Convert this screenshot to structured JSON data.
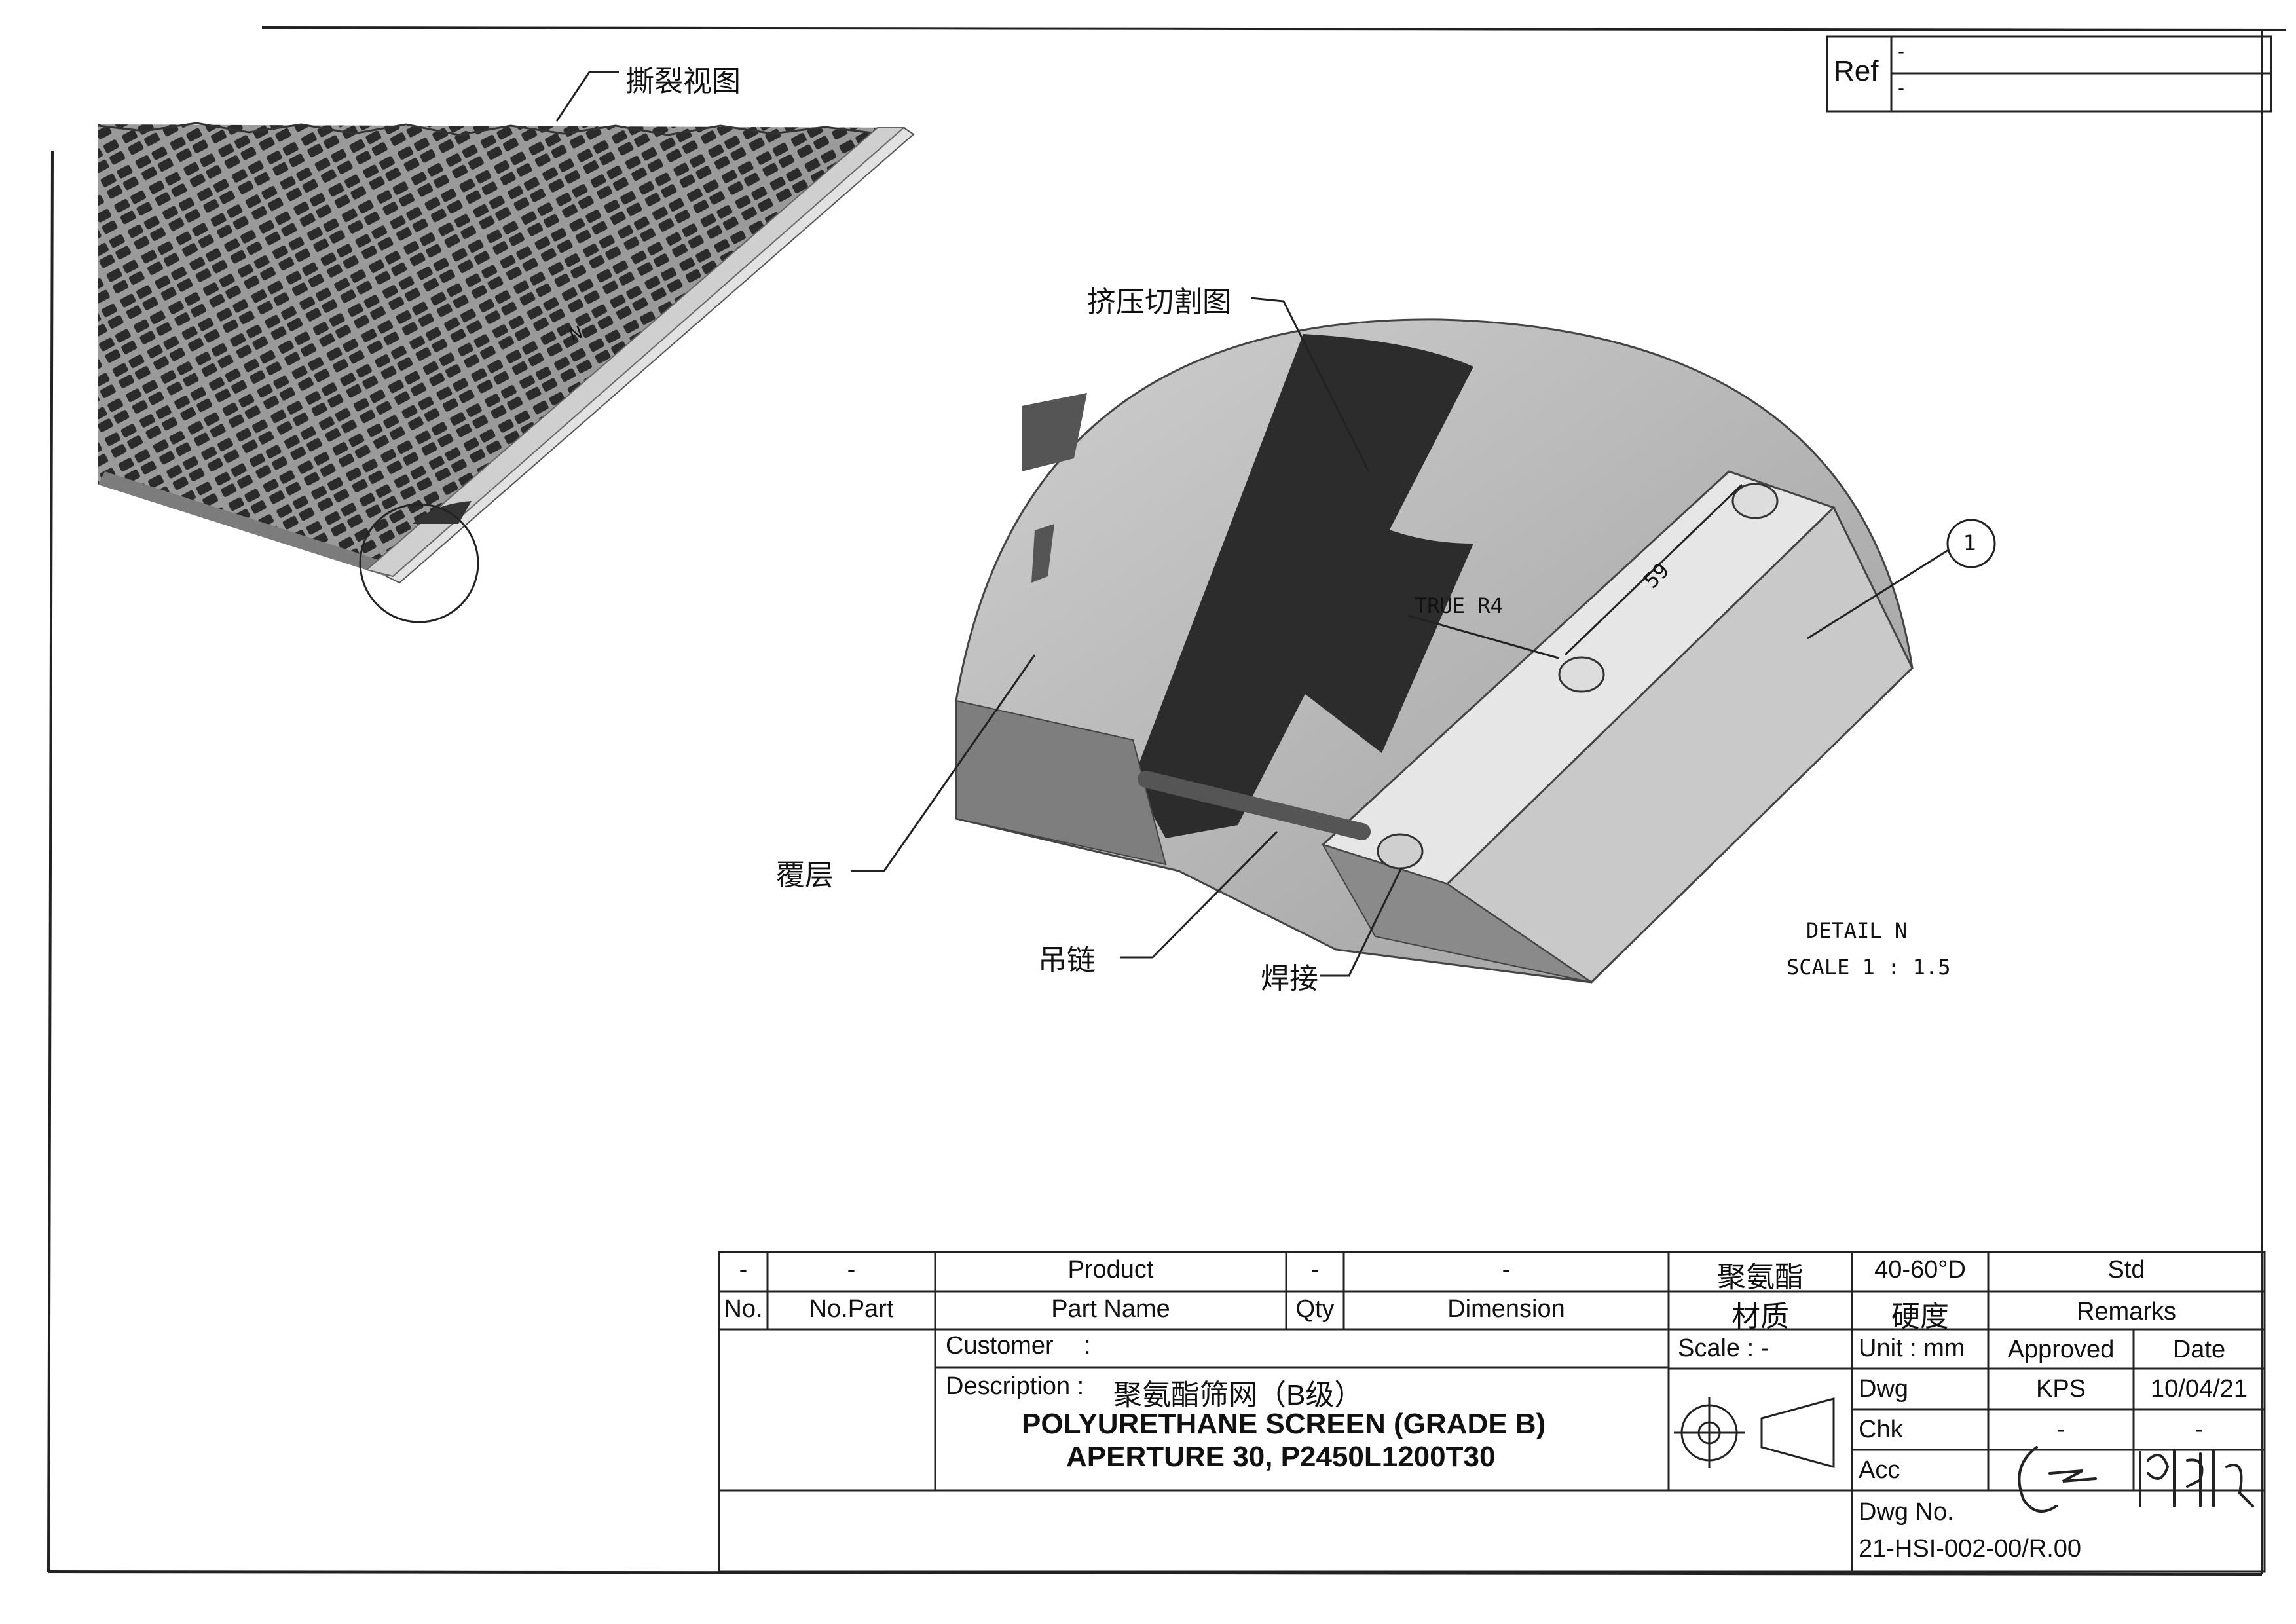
{
  "ref": {
    "label": "Ref",
    "value1": "-",
    "value2": "-"
  },
  "callouts": {
    "tear_view": "撕裂视图",
    "cut_view": "挤压切割图",
    "covering": "覆层",
    "chain": "吊链",
    "weld": "焊接",
    "detail_marker": "N",
    "balloon_1": "1",
    "dim_59": "59",
    "true_r4": "TRUE R4",
    "detail_title": "DETAIL N",
    "detail_scale": "SCALE 1 : 1.5"
  },
  "title_block": {
    "bom_row": {
      "no": "-",
      "no_part": "-",
      "product": "Product",
      "qty": "-",
      "dimension": "-",
      "material": "聚氨酯",
      "hardness": "40-60°D",
      "remarks": "Std"
    },
    "header": {
      "no": "No.",
      "no_part": "No.Part",
      "part_name": "Part Name",
      "qty": "Qty",
      "dimension": "Dimension",
      "material": "材质",
      "hardness": "硬度",
      "remarks": "Remarks"
    },
    "customer_label": "Customer",
    "customer_colon": ":",
    "scale": "Scale : -",
    "unit": "Unit : mm",
    "approved": "Approved",
    "date": "Date",
    "description_label": "Description :",
    "description_cn": "聚氨酯筛网（B级）",
    "description_line1": "POLYURETHANE SCREEN (GRADE B)",
    "description_line2": "APERTURE 30, P2450L1200T30",
    "dwg_label": "Dwg",
    "dwg_by": "KPS",
    "dwg_date": "10/04/21",
    "chk_label": "Chk",
    "chk_by": "-",
    "chk_date": "-",
    "acc_label": "Acc",
    "acc_date": "10/4/21",
    "dwg_no_label": "Dwg No.",
    "dwg_no": "21-HSI-002-00/R.00"
  }
}
